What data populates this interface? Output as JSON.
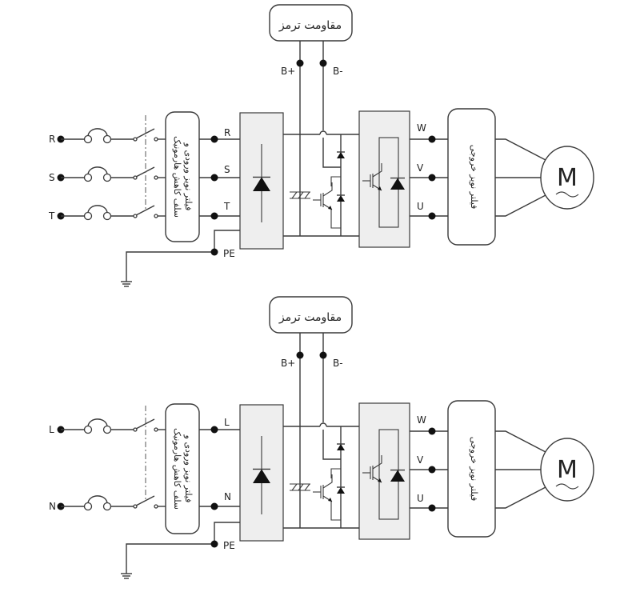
{
  "diagrams": [
    {
      "id": "three-phase",
      "brake_resistor_label": "مقاومت ترمز",
      "dc_bus_labels": [
        "B+",
        "B-"
      ],
      "input_terminals": [
        "R",
        "S",
        "T"
      ],
      "converter_input_labels": [
        "R",
        "S",
        "T"
      ],
      "ground_label": "PE",
      "input_filter_label": [
        "فیلتر نویز ورودی و",
        "سلف کاهش هارمونیک"
      ],
      "output_labels": [
        "W",
        "V",
        "U"
      ],
      "output_filter_label": "فیلتر نویز خروجی",
      "motor_label": "M"
    },
    {
      "id": "single-phase",
      "brake_resistor_label": "مقاومت ترمز",
      "dc_bus_labels": [
        "B+",
        "B-"
      ],
      "input_terminals": [
        "L",
        "N"
      ],
      "converter_input_labels": [
        "L",
        "N"
      ],
      "ground_label": "PE",
      "input_filter_label": [
        "فیلتر نویز ورودی و",
        "سلف کاهش هارمونیک"
      ],
      "output_labels": [
        "W",
        "V",
        "U"
      ],
      "output_filter_label": "فیلتر نویز خروجی",
      "motor_label": "M"
    }
  ]
}
